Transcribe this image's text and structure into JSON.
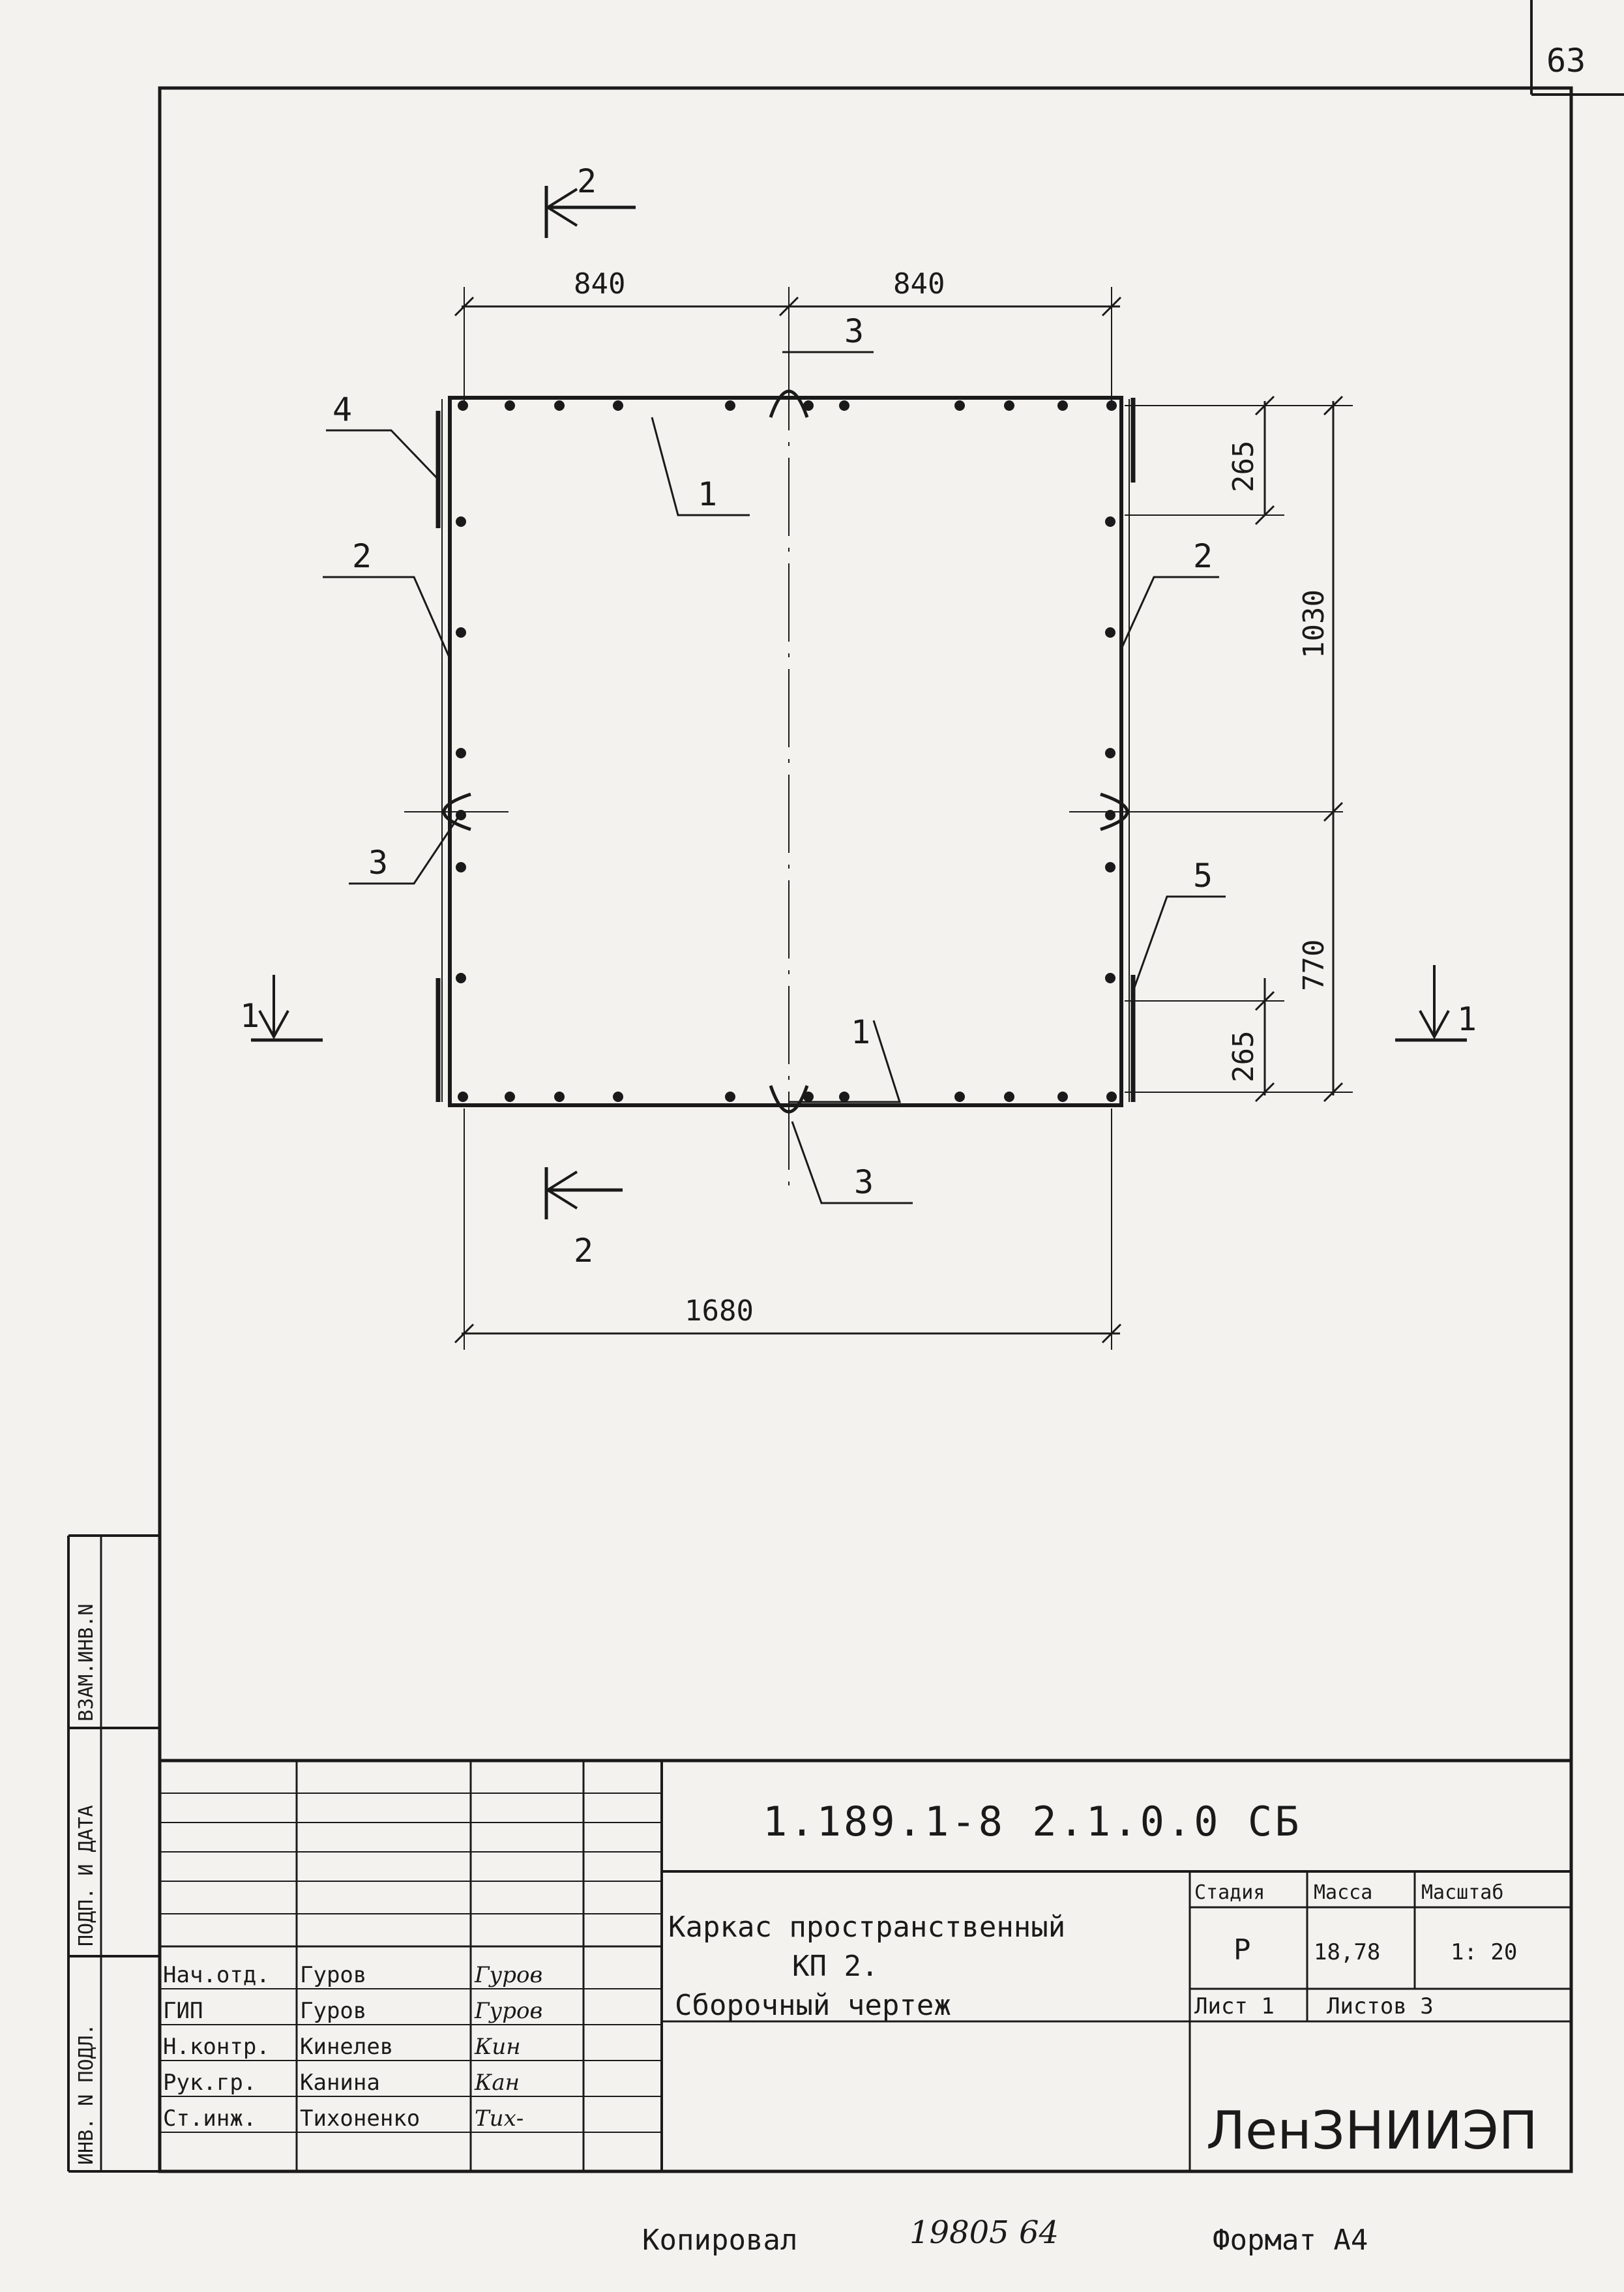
{
  "page_number": "63",
  "dimensions": {
    "top_left": "840",
    "top_right": "840",
    "right_upper_short": "265",
    "right_upper_long": "1030",
    "right_lower_long": "770",
    "right_lower_short": "265",
    "bottom_total": "1680"
  },
  "position_marks": {
    "p1_top": "1",
    "p1_bottom": "1",
    "p2_left": "2",
    "p2_right": "2",
    "p3_top": "3",
    "p3_left": "3",
    "p3_bottom": "3",
    "p4": "4",
    "p5": "5"
  },
  "section_marks": {
    "s2_top": "2",
    "s2_bottom": "2",
    "s1_left": "1",
    "s1_right": "1"
  },
  "side_stamp": {
    "replaced_inv": "ВЗАМ.ИНВ.N",
    "sign_date": "ПОДП. И ДАТА",
    "inv_orig": "ИНВ. N ПОДЛ."
  },
  "title_block": {
    "doc_code": "1.189.1-8  2.1.0.0 СБ",
    "title_line1": "Каркас пространственный",
    "title_line2": "КП 2.",
    "title_line3": "Сборочный  чертеж",
    "stage_label": "Стадия",
    "mass_label": "Масса",
    "scale_label": "Масштаб",
    "stage_value": "Р",
    "mass_value": "18,78",
    "scale_value": "1: 20",
    "sheet_label": "Лист 1",
    "sheets_label": "Листов 3",
    "organization": "ЛенЗНИИЭП",
    "staff": [
      {
        "role": "Нач.отд.",
        "name": "Гуров",
        "sign": "Гуров"
      },
      {
        "role": "ГИП",
        "name": "Гуров",
        "sign": "Гуров"
      },
      {
        "role": "Н.контр.",
        "name": "Кинелев",
        "sign": "Кин"
      },
      {
        "role": "Рук.гр.",
        "name": "Канина",
        "sign": "Кан"
      },
      {
        "role": "Ст.инж.",
        "name": "Тихоненко",
        "sign": "Тих-"
      }
    ]
  },
  "footer": {
    "copied_label": "Копировал",
    "copied_number": "19805  64",
    "format_label": "Формат А4"
  }
}
